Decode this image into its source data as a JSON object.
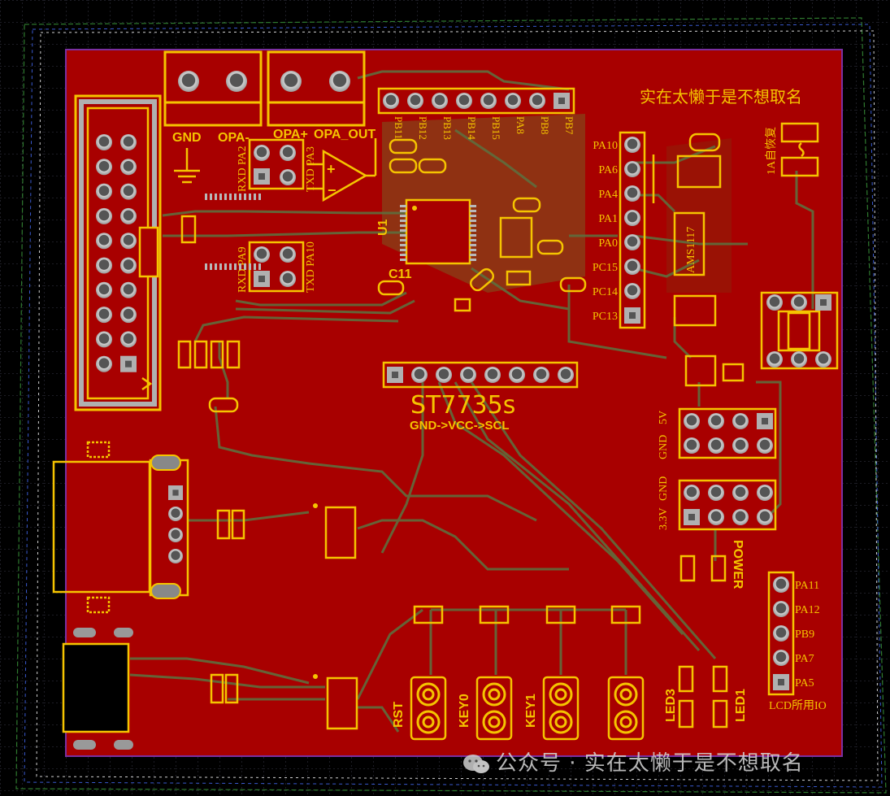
{
  "title_label": "实在太懒于是不想取名",
  "fuse_label": "1A自恢复",
  "regulator_label": "AMS1117",
  "chip_label": "U1",
  "cap_label": "C11",
  "display": {
    "name": "ST7735s",
    "pinout": "GND->VCC->SCL"
  },
  "terminals": {
    "gnd": "GND",
    "opa_minus": "OPA-",
    "opa_plus": "OPA+",
    "opa_out": "OPA_OUT"
  },
  "uart_top": {
    "rxd": "RXD PA2",
    "txd": "TXD PA3"
  },
  "uart_mid": {
    "rxd": "RXD PA9",
    "txd": "TXD PA10"
  },
  "top_header_pins": [
    "PB11",
    "PB12",
    "PB13",
    "PB14",
    "PB15",
    "PA8",
    "PB8",
    "PB7"
  ],
  "right_header_pins": [
    "PA10",
    "PA6",
    "PA4",
    "PA1",
    "PA0",
    "PC15",
    "PC14",
    "PC13"
  ],
  "lcd_pins": [
    "PA11",
    "PA12",
    "PB9",
    "PA7",
    "PA5"
  ],
  "lcd_label": "LCD所用IO",
  "power_labels": {
    "v5": "5V",
    "gnd1": "GND",
    "gnd2": "GND",
    "v33": "3.3V",
    "power": "POWER"
  },
  "buttons": [
    "RST",
    "KEY0",
    "KEY1"
  ],
  "leds": [
    "LED3",
    "LED1"
  ],
  "watermark": "公众号 · 实在太懒于是不想取名",
  "colors": {
    "board": "#a80000",
    "silk": "#f5c400",
    "trace": "#5a6a3a",
    "pad": "#b8b8b8",
    "outline": "#7a2fa0"
  }
}
